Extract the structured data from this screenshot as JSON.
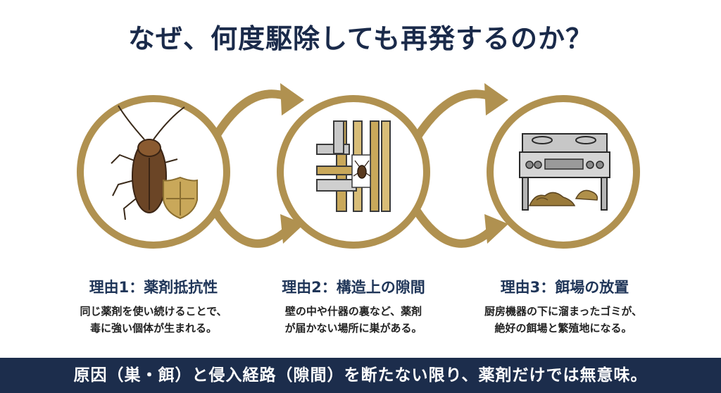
{
  "title": "なぜ、何度駆除しても再発するのか？",
  "reasons": [
    {
      "title": "理由1：薬剤抵抗性",
      "desc": [
        "同じ薬剤を使い続けることで、",
        "毒に強い個体が生まれる。"
      ]
    },
    {
      "title": "理由2：構造上の隙間",
      "desc": [
        "壁の中や什器の裏など、薬剤",
        "が届かない場所に巣がある。"
      ]
    },
    {
      "title": "理由3：餌場の放置",
      "desc": [
        "厨房機器の下に溜まったゴミが、",
        "絶好の餌場と繁殖地になる。"
      ]
    }
  ],
  "footer": "原因（巣・餌）と侵入経路（隙間）を断たない限り、薬剤だけでは無意味。",
  "colors": {
    "gold": "#b09150",
    "navy": "#1c2d4c"
  },
  "icons": [
    "cockroach-shield-icon",
    "wall-gap-cockroach-icon",
    "stove-debris-icon"
  ]
}
